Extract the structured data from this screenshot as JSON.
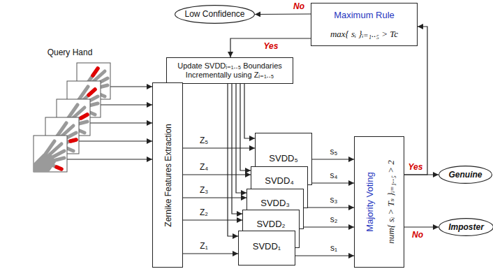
{
  "diagram": {
    "nodes": [
      {
        "text": [
          "Low Confidence"
        ]
      },
      {
        "text": [
          "Maximum Rule",
          "max{ sᵢ }ᵢ₌₁..₅ > Tc"
        ]
      },
      {
        "text": [
          "Update SVDDᵢ₌₁..₅ Boundaries Incrementally using Zᵢ₌₁..₅"
        ]
      },
      {
        "text": [
          "Zernike Features Extraction"
        ]
      },
      {
        "text": [
          "SVDD₅"
        ]
      },
      {
        "text": [
          "SVDD₄"
        ]
      },
      {
        "text": [
          "SVDD₃"
        ]
      },
      {
        "text": [
          "SVDD₂"
        ]
      },
      {
        "text": [
          "SVDD₁"
        ]
      },
      {
        "text": [
          "Majority Voting",
          "num{ sᵢ > Tₛ }ᵢ₌₁..₅ > 2"
        ]
      },
      {
        "text": [
          "Genuine"
        ]
      },
      {
        "text": [
          "Imposter"
        ]
      }
    ],
    "edges": [
      {
        "from": 1,
        "to": 0,
        "arrow": "to",
        "label": "No"
      },
      {
        "from": 1,
        "to": 2,
        "arrow": "to",
        "label": "Yes"
      },
      {
        "from": 3,
        "to": 4,
        "arrow": "to",
        "label": "Z₅"
      },
      {
        "from": 3,
        "to": 5,
        "arrow": "to",
        "label": "Z₄"
      },
      {
        "from": 3,
        "to": 6,
        "arrow": "to",
        "label": "Z₃"
      },
      {
        "from": 3,
        "to": 7,
        "arrow": "to",
        "label": "Z₂"
      },
      {
        "from": 3,
        "to": 8,
        "arrow": "to",
        "label": "Z₁"
      },
      {
        "from": 2,
        "to": 4,
        "arrow": "to"
      },
      {
        "from": 2,
        "to": 5,
        "arrow": "to"
      },
      {
        "from": 2,
        "to": 6,
        "arrow": "to"
      },
      {
        "from": 2,
        "to": 7,
        "arrow": "to"
      },
      {
        "from": 2,
        "to": 8,
        "arrow": "to"
      },
      {
        "from": 4,
        "to": 9,
        "arrow": "to",
        "label": "s₅"
      },
      {
        "from": 5,
        "to": 9,
        "arrow": "to",
        "label": "s₄"
      },
      {
        "from": 6,
        "to": 9,
        "arrow": "to",
        "label": "s₃"
      },
      {
        "from": 7,
        "to": 9,
        "arrow": "to",
        "label": "s₂"
      },
      {
        "from": 8,
        "to": 9,
        "arrow": "to",
        "label": "s₁"
      },
      {
        "from": 9,
        "to": 10,
        "arrow": "to",
        "label": "Yes"
      },
      {
        "from": 9,
        "to": 11,
        "arrow": "to",
        "label": "No"
      },
      {
        "from": 9,
        "to": 1,
        "arrow": "to"
      }
    ],
    "labels": [
      "Query Hand"
    ]
  }
}
